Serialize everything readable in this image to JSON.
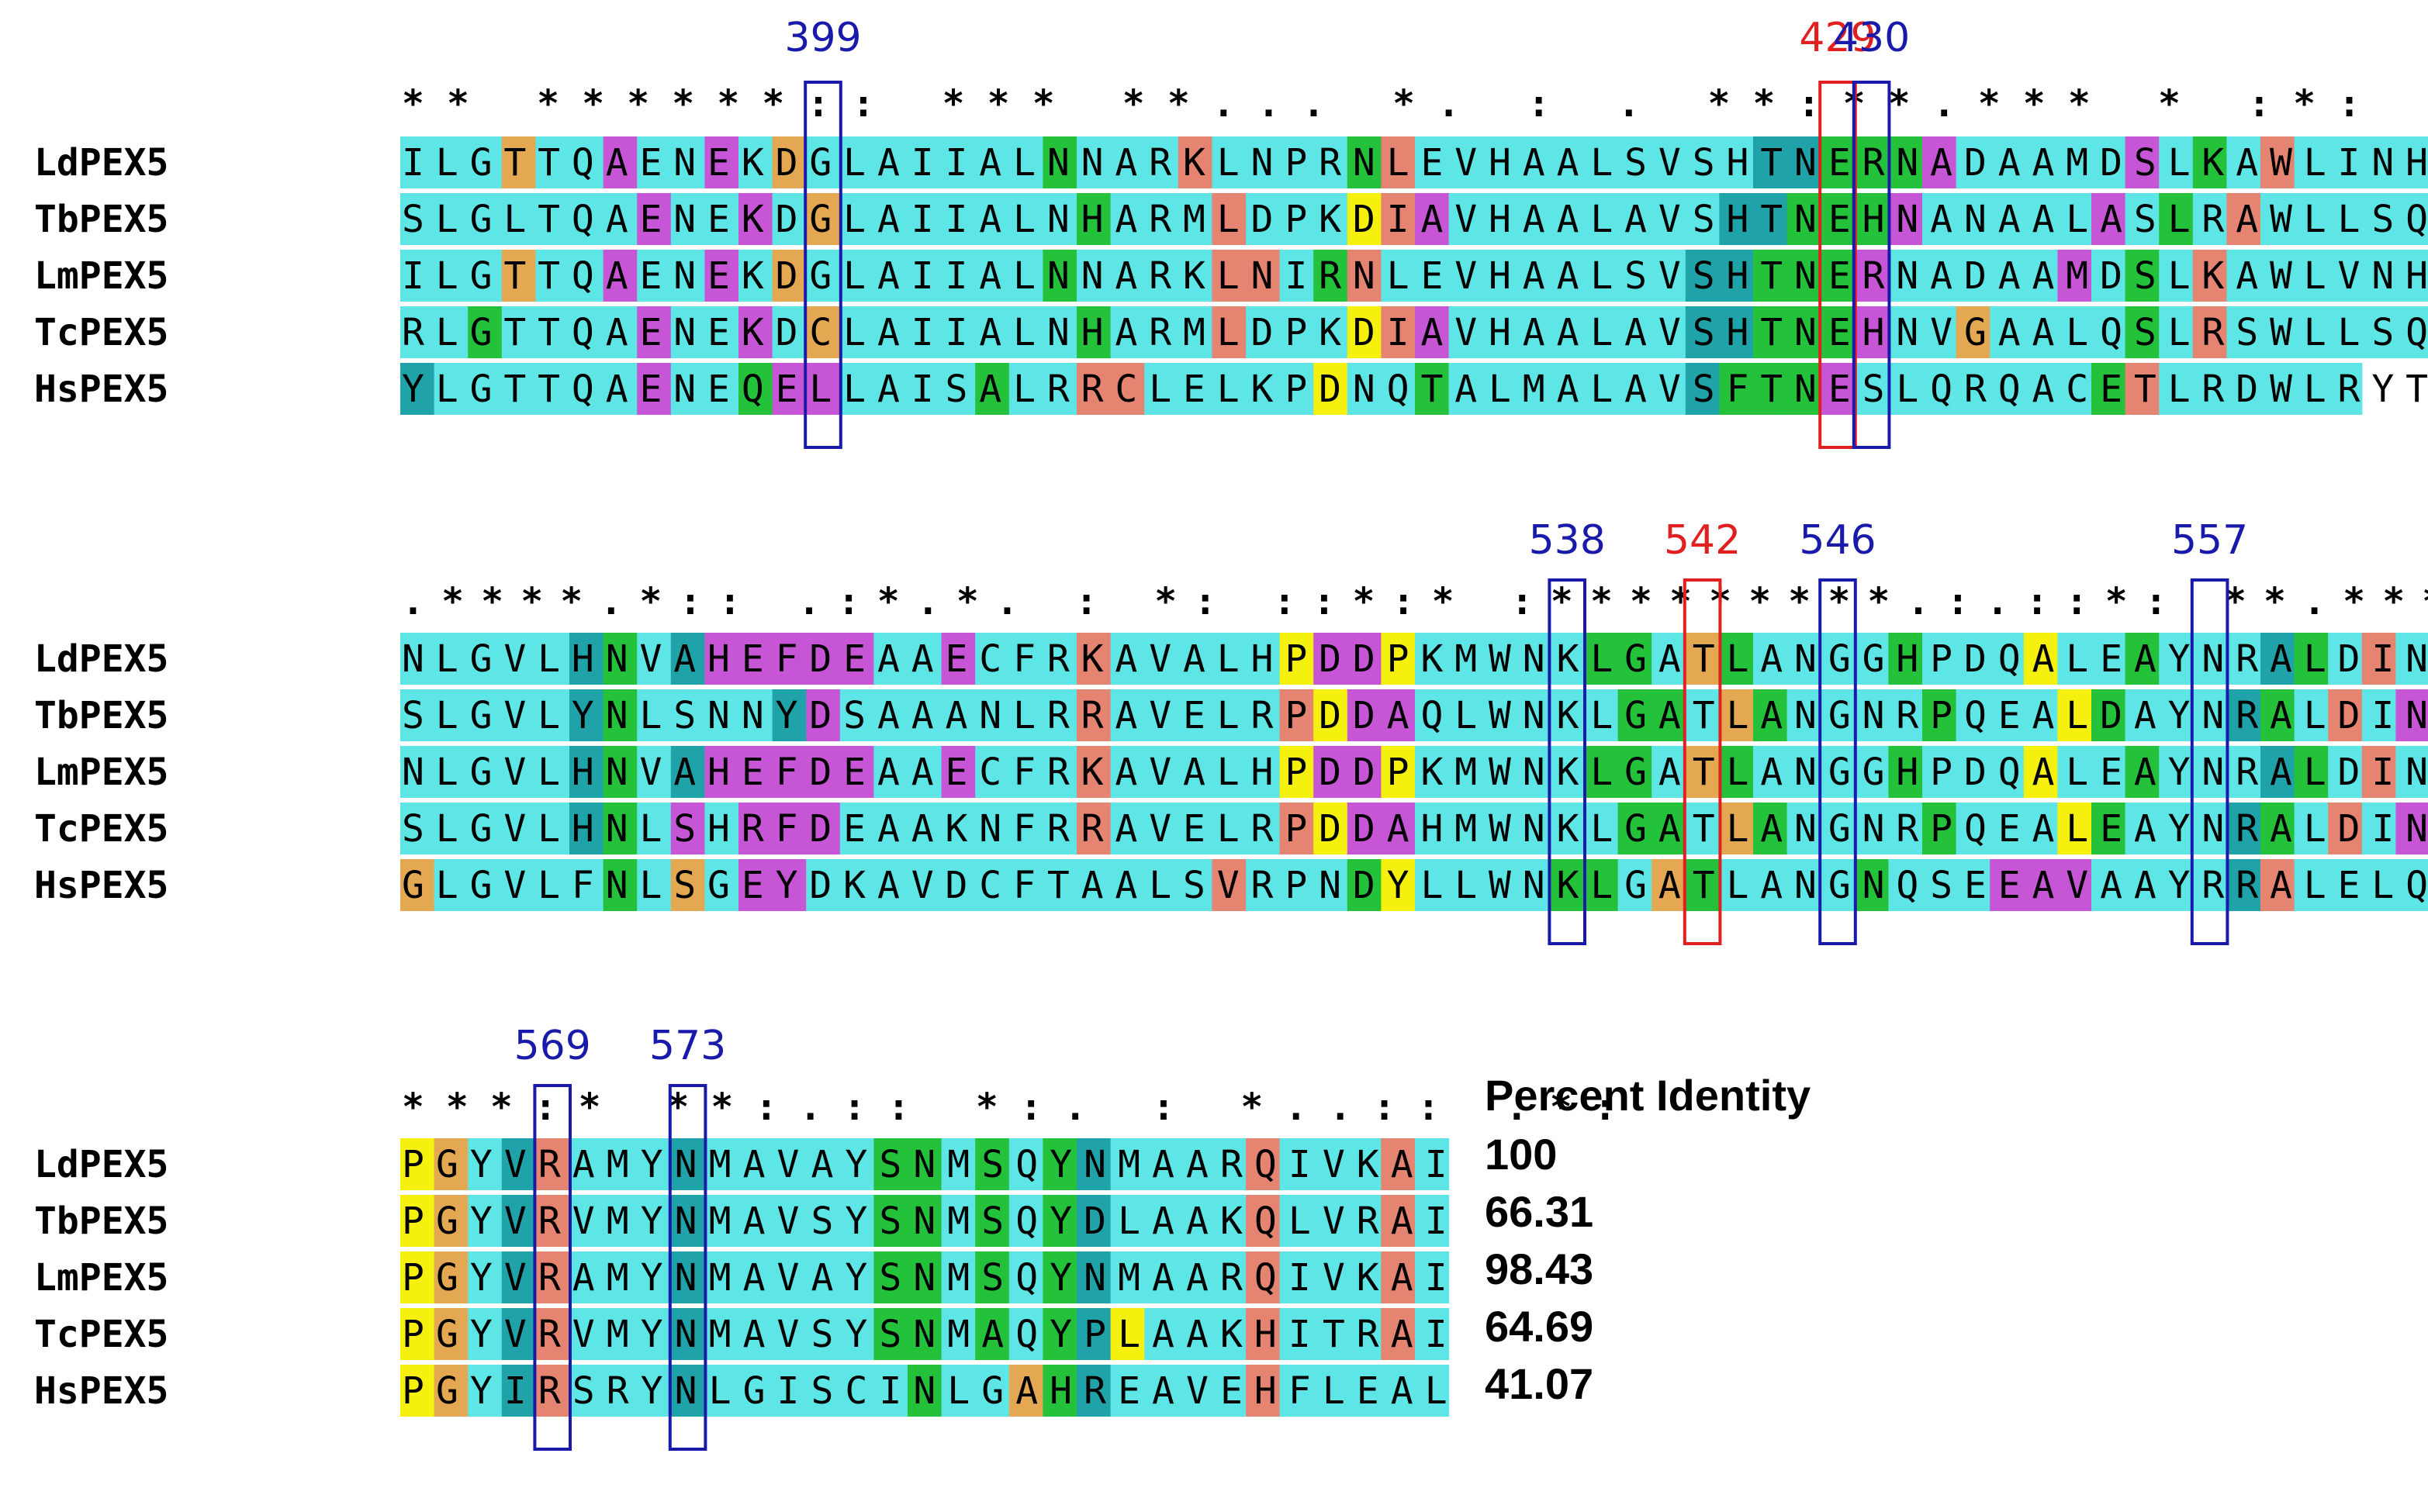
{
  "chart_data": {
    "type": "table",
    "sequence_names": [
      "LdPEX5",
      "TbPEX5",
      "LmPEX5",
      "TcPEX5",
      "HsPEX5"
    ],
    "blocks": [
      {
        "consensus": " ** ******:: *** **...  *.   :   .   **:**.***     *   :*: ** ",
        "rows": [
          "ILGTTQAENEKDGLAIIALNNARKLNPRNLEVHAALSVSHTNERNADAAMDSLKAWLINH",
          "SLGLTQAENEKDGLAIIALNHARMLDPKDIAVHAALAVSHTNEHNANAALASLRAWLLSQ",
          "ILGTTQAENEKDGLAIIALNNARKLNIRNLEVHAALSVSHTNERNADAAMDSLKAWLVNH",
          "RLGTTQAENEKDCLAIIALNHARMLDPKDIAVHAALAVSHTNEHNVGAALQSLRSWLLSQ",
          "YLGTTQAENEQELLAISALRRCLELKPDNQTALMALAVSFTNESLQRQACETLRDWLRYT"
        ],
        "colors": [
          "cccoccmccmcocccccccgcccrccccgrccccccccccbbgggmcccccmcgcrccccc",
          "cccccccmccmcocccccccgcccrcccyrmccccccccbbgggmcccccmcgcrcccccc",
          "cccoccmccmcocccccccgccccrrcgrcccccccccbbgggmcccccmcgcrcccccc",
          "ccgccccmccmcocccccccgcccrcccyrmcccccccbbgggmccoccccgcrcccccc",
          "bccccccmccgmmccccgccrrcccccyccgcccccccbgggmcccccccgrcccccc"
        ],
        "markers": [
          {
            "label": "399",
            "col": 12,
            "color": "#1a1aaa"
          },
          {
            "label": "429",
            "col": 42,
            "color": "#e02020"
          },
          {
            "label": "430",
            "col": 43,
            "color": "#1a1aaa"
          }
        ]
      },
      {
        "consensus": ".****.*::  .:*.*.   :   *:  ::*:*   :*********.:.::*:  **.***:::",
        "rows": [
          "NLGVLHNVAHEFDEAAECFRKAVALHPDDPKMWNKLGATLANGGHPDQALEAYNRALDIN",
          "SLGVLYNLSNNYDSAAANLRRAVELRPDDAQLWNKLGATLANGNRPQEALDAYNRALDIN",
          "NLGVLHNVAHEFDEAAECFRKAVALHPDDPKMWNKLGATLANGGHPDQALEAYNRALDIN",
          "SLGVLHNLSHRFDEAAKNFRRAVELRPDDAHMWNKLGATLANGNRPQEALEAYNRALDIN",
          "GLGVLFNLSGEYDKAVDCFTAALSVRPNDYLLWNKLGATLANGNQSEEAVAAYRRALELQ"
        ],
        "colors": [
          "cccccbgcbmmmmmccmcccrcccccymmycccccggcogccccgcccyccgcccbgcrcmgm",
          "cccccbgccccbmcccccccrcccccrymmccccccggcogccccgcccygcccbgcrcmgm",
          "cccccbgcbmmmmmccmcccrcccccymmycccccggcogccccgcccyccgcccbgcrcmgm",
          "cccccbgcmcmmmcccccccrcccccrymmccccccggcogccccgcccygcccbgcrcmgm",
          "occcccgcocmmccccccccccccrcccgyccccggcogccccgcccmmmccccbrcccccc"
        ],
        "markers": [
          {
            "label": "538",
            "col": 34,
            "color": "#1a1aaa"
          },
          {
            "label": "542",
            "col": 38,
            "color": "#e02020"
          },
          {
            "label": "546",
            "col": 42,
            "color": "#1a1aaa"
          },
          {
            "label": "557",
            "col": 53,
            "color": "#1a1aaa"
          }
        ]
      },
      {
        "consensus": "***:*   **:.::   *:.  :    *..:: .*:",
        "rows": [
          "PGYVRAMYNMAVAYSNMSQYNMAARQIVKAI",
          "PGYVRVMYNMAVSYSNMSQYDLAAKQLVRAI",
          "PGYVRAMYNMAVAYSNMSQYNMAARQIVKAI",
          "PGYVRVMYNMAVSYSNMAQYPLAAKHITRAI",
          "PGYIRSRYNLGISCINLGAHREAVEHFLEAL"
        ],
        "colors": [
          "yocbrcccbcccccggcgcgbccccrcccrcc",
          "yocbrcccbcccccggcgcgbccccrcccrcc",
          "yocbrcccbcccccggcgcgbccccrcccrcc",
          "yocbrcccbcccccggcgcgbycccrcccrcc",
          "yocbrcccbccccccgccogbccccrcccccc"
        ],
        "markers": [
          {
            "label": "569",
            "col": 4,
            "color": "#1a1aaa"
          },
          {
            "label": "573",
            "col": 8,
            "color": "#1a1aaa"
          }
        ]
      }
    ],
    "percent_identity": {
      "title": "Percent Identity",
      "values": [
        "100",
        "66.31",
        "98.43",
        "64.69",
        "41.07"
      ]
    },
    "palette": {
      "c": "#5ee6e6",
      "g": "#23c23a",
      "m": "#c656d6",
      "r": "#e58470",
      "o": "#e4a852",
      "b": "#1fa3a8",
      "y": "#f5f00e"
    }
  }
}
